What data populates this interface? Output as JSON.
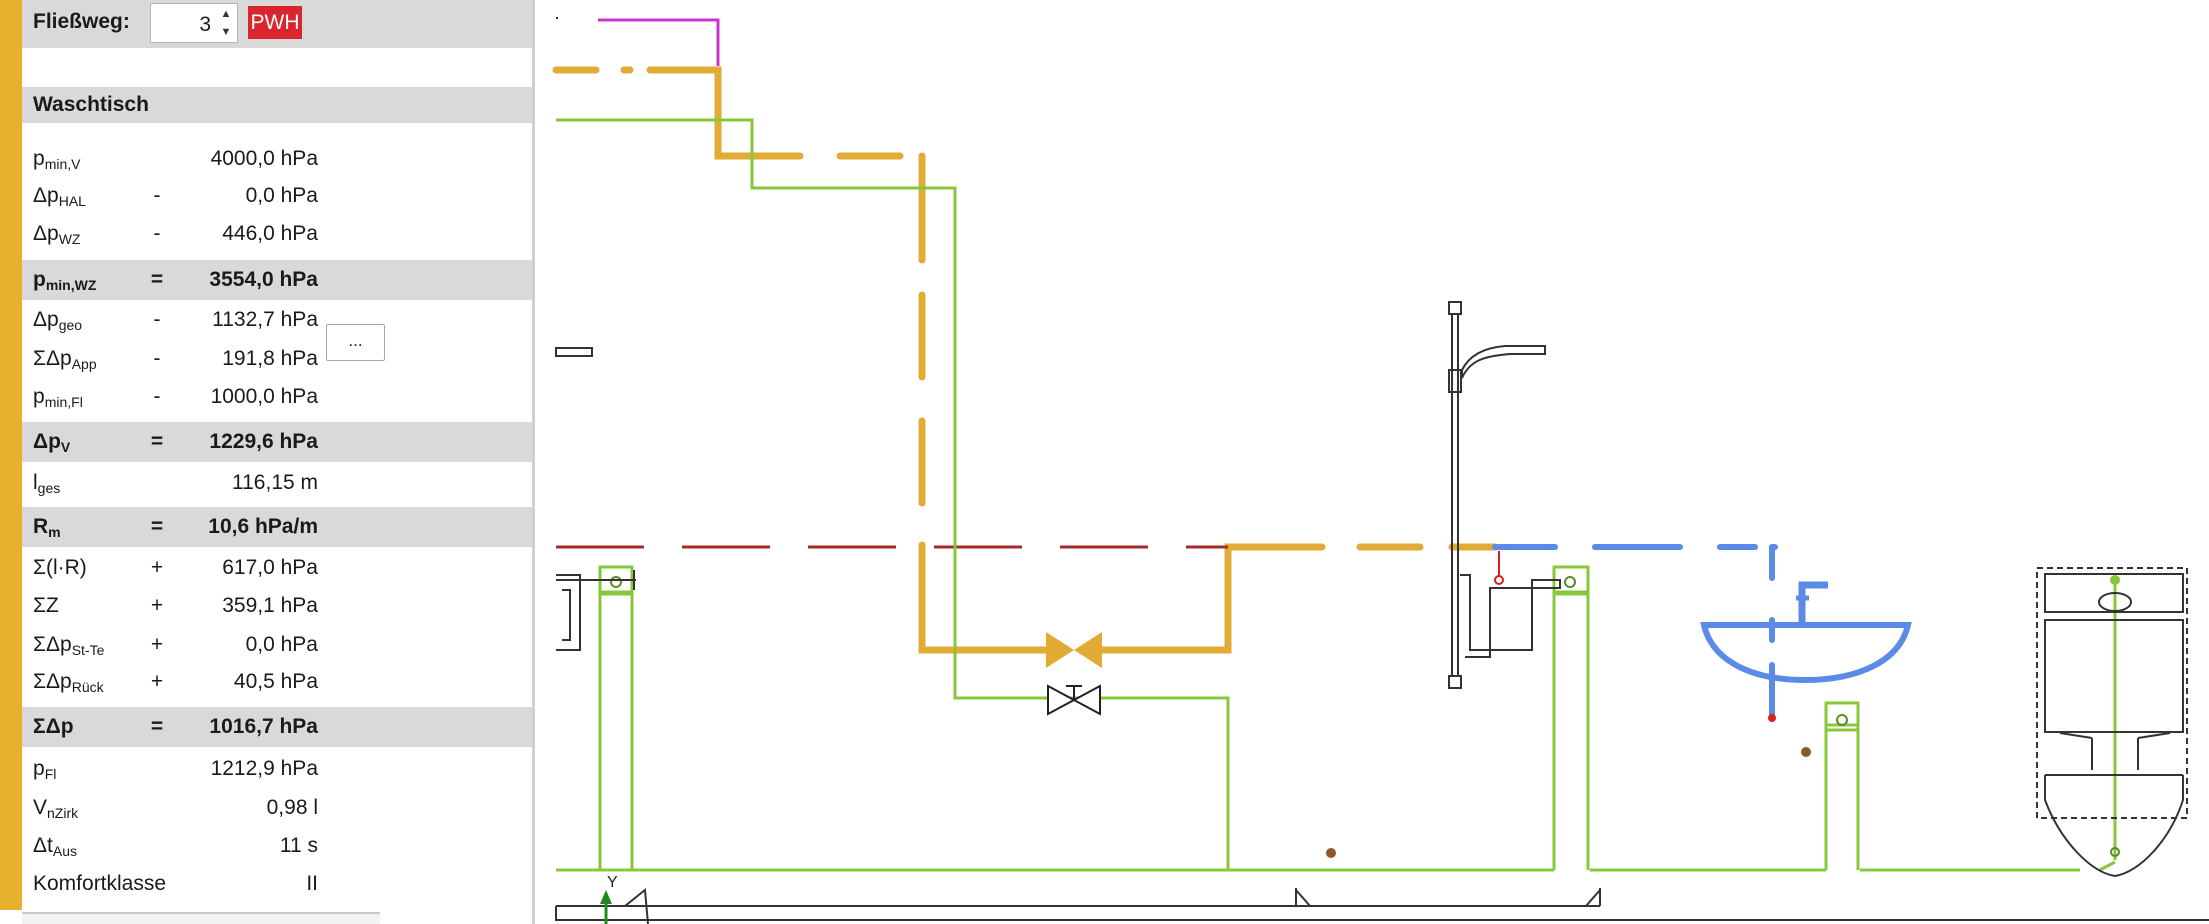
{
  "header": {
    "fliessweg_label": "Fließweg:",
    "fliessweg_value": "3",
    "medium_badge": "PWH",
    "medium_color": "#d9262e"
  },
  "section_title": "Waschtisch",
  "rows": [
    {
      "label": "p",
      "sub": "min,V",
      "op": "",
      "value": "4000,0 hPa",
      "shaded": false
    },
    {
      "label": "Δp",
      "sub": "HAL",
      "op": "-",
      "value": "0,0 hPa",
      "shaded": false
    },
    {
      "label": "Δp",
      "sub": "WZ",
      "op": "-",
      "value": "446,0 hPa",
      "shaded": false
    },
    {
      "label": "p",
      "sub": "min,WZ",
      "op": "=",
      "value": "3554,0 hPa",
      "shaded": true
    },
    {
      "label": "Δp",
      "sub": "geo",
      "op": "-",
      "value": "1132,7 hPa",
      "shaded": false
    },
    {
      "label": "ΣΔp",
      "sub": "App",
      "op": "-",
      "value": "191,8 hPa",
      "shaded": false
    },
    {
      "label": "p",
      "sub": "min,Fl",
      "op": "-",
      "value": "1000,0 hPa",
      "shaded": false
    },
    {
      "label": "Δp",
      "sub": "V",
      "op": "=",
      "value": "1229,6 hPa",
      "shaded": true
    },
    {
      "label": "l",
      "sub": "ges",
      "op": "",
      "value": "116,15 m",
      "shaded": false
    },
    {
      "label": "R",
      "sub": "m",
      "op": "=",
      "value": "10,6 hPa/m",
      "shaded": true
    },
    {
      "label": "Σ(l·R)",
      "sub": "",
      "op": "+",
      "value": "617,0 hPa",
      "shaded": false
    },
    {
      "label": "ΣZ",
      "sub": "",
      "op": "+",
      "value": "359,1 hPa",
      "shaded": false
    },
    {
      "label": "ΣΔp",
      "sub": "St-Te",
      "op": "+",
      "value": "0,0 hPa",
      "shaded": false
    },
    {
      "label": "ΣΔp",
      "sub": "Rück",
      "op": "+",
      "value": "40,5 hPa",
      "shaded": false
    },
    {
      "label": "ΣΔp",
      "sub": "",
      "op": "=",
      "value": "1016,7 hPa",
      "shaded": true
    },
    {
      "label": "p",
      "sub": "Fl",
      "op": "",
      "value": "1212,9 hPa",
      "shaded": false
    },
    {
      "label": "V",
      "sub": "nZirk",
      "op": "",
      "value": "0,98 l",
      "shaded": false
    },
    {
      "label": "Δt",
      "sub": "Aus",
      "op": "",
      "value": "11 s",
      "shaded": false
    },
    {
      "label": "Komfortklasse",
      "sub": "",
      "op": "",
      "value": "II",
      "shaded": false
    }
  ],
  "app_details_button": "...",
  "drawing": {
    "axis_label": "Y",
    "colors": {
      "pwh": "#e2ab33",
      "pwc": "#86c83a",
      "pwh_c": "#5b8be6",
      "pw_red": "#a32a2a",
      "magenta": "#cc33cc"
    }
  }
}
